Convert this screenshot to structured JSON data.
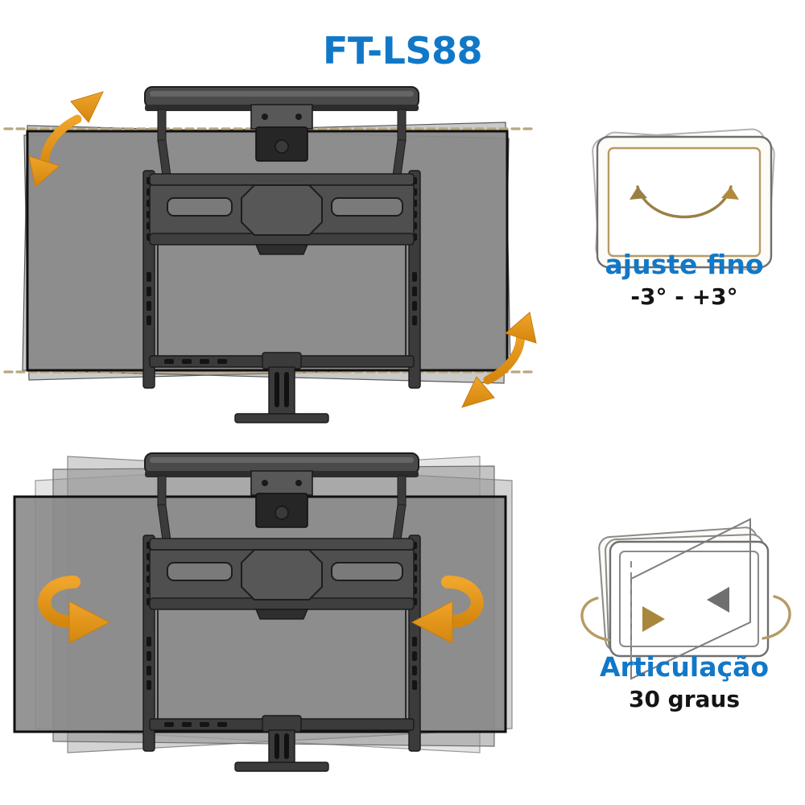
{
  "product": {
    "title": "FT-LS88"
  },
  "colors": {
    "brand_blue": "#1178c8",
    "arrow_orange": "#e8961e",
    "arrow_orange_dark": "#c87d10",
    "panel_gray": "#8a8a8a",
    "panel_gray_light": "#e0e0e0",
    "panel_gray_mid": "#a8a8a8",
    "bracket_dark": "#3b3b3b",
    "dashed_tan": "#b9a77e",
    "icon_tan": "#b79a66",
    "text_black": "#141414"
  },
  "features": [
    {
      "id": "tilt",
      "headline": "ajuste fino",
      "subline": "-3° - +3°",
      "icon_name": "tilt-adjust-icon",
      "illustration_name": "tv-mount-tilt-illustration",
      "arrows": [
        "curved-double-arrow-top-left",
        "curved-double-arrow-bottom-right"
      ],
      "reference_lines": "dashed-horizontal-guides"
    },
    {
      "id": "swivel",
      "headline": "Articulação",
      "subline": "30 graus",
      "icon_name": "swivel-rotate-icon",
      "illustration_name": "tv-mount-swivel-illustration",
      "arrows": [
        "hook-arrow-left",
        "hook-arrow-right"
      ],
      "reference_lines": "solid-rectangle-guide"
    }
  ],
  "illustration": {
    "subject": "wall mount bracket with television rear view",
    "parts": [
      "top-rail-bar",
      "vertical-support-posts",
      "center-pivot-block",
      "horizontal-crossbar",
      "octagonal-center-plate",
      "slot-cutouts",
      "vertical-slotted-rails",
      "floor-stand-column",
      "stand-base-plate"
    ]
  }
}
